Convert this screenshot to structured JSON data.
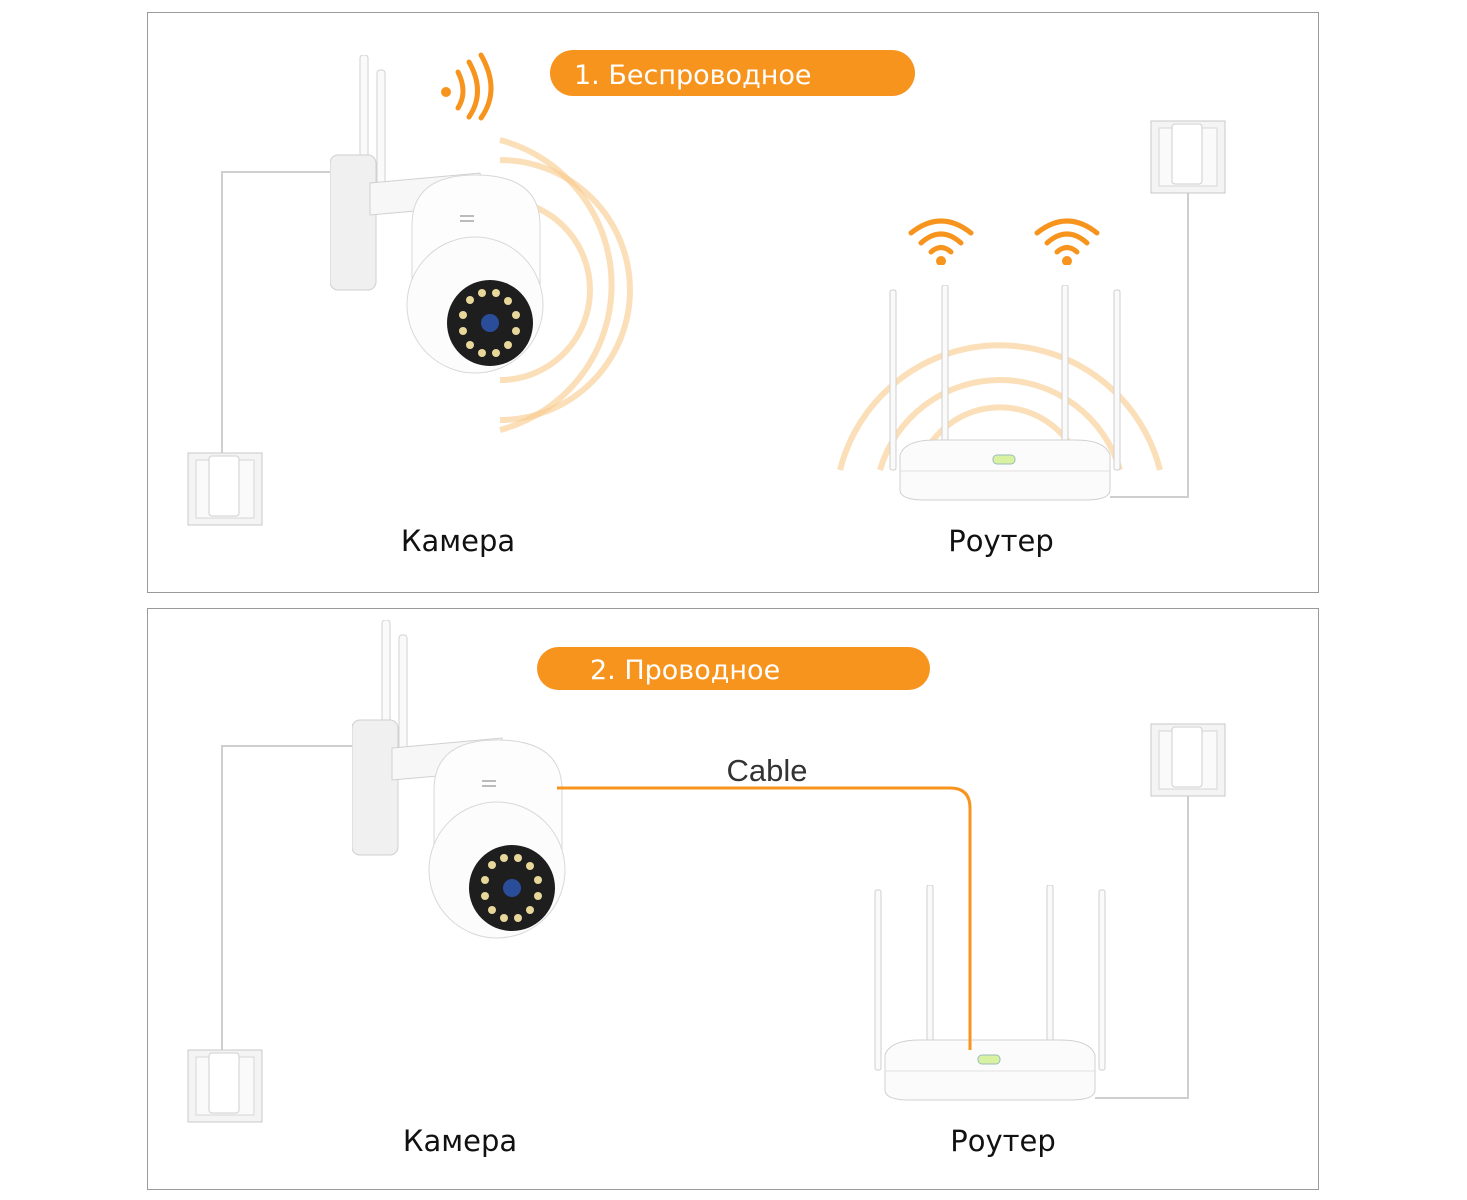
{
  "colors": {
    "accent": "#f7941d",
    "frame": "#999999"
  },
  "panels": [
    {
      "title": "1. Беспроводное",
      "camera_label": "Камера",
      "router_label": "Роутер"
    },
    {
      "title": "2. Проводное",
      "camera_label": "Камера",
      "router_label": "Роутер",
      "cable_label": "Cable"
    }
  ]
}
